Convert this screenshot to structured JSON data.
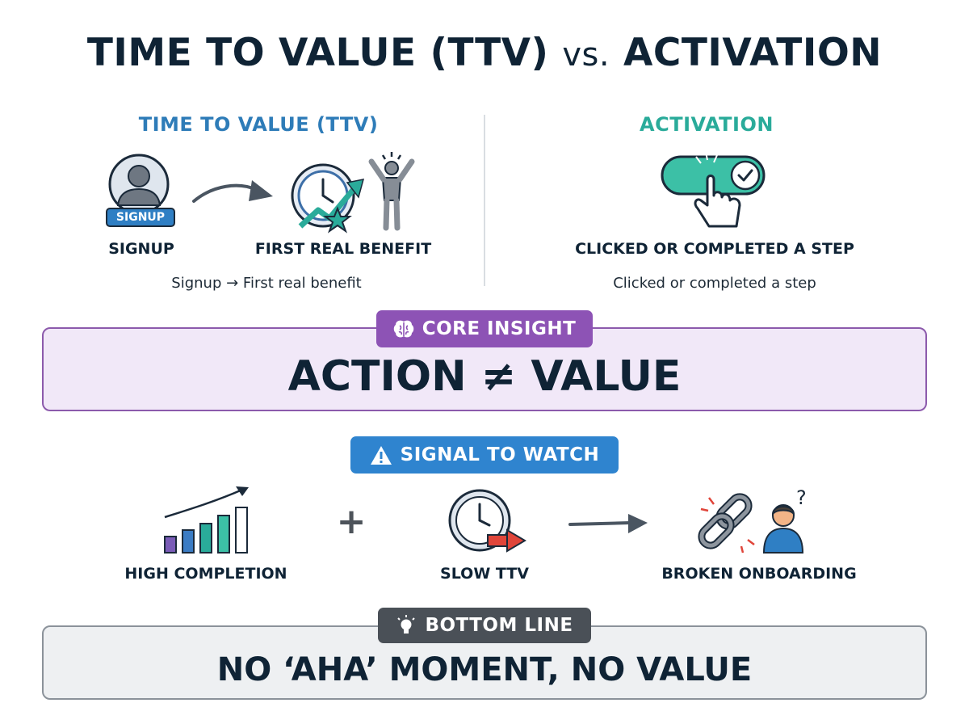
{
  "title": {
    "main": "TIME TO VALUE (TTV)",
    "vs": "vs.",
    "tail": "ACTIVATION"
  },
  "ttv": {
    "heading": "TIME TO VALUE (TTV)",
    "signup_badge": "SIGNUP",
    "signup_label": "SIGNUP",
    "benefit_label": "FIRST REAL BENEFIT",
    "description": "Signup → First real benefit"
  },
  "activation": {
    "heading": "ACTIVATION",
    "step_label": "CLICKED OR COMPLETED A STEP",
    "description": "Clicked or completed a step"
  },
  "core": {
    "badge": "CORE INSIGHT",
    "text": "ACTION ≠ VALUE"
  },
  "signal": {
    "badge": "SIGNAL TO WATCH",
    "plus": "+",
    "items": [
      "HIGH COMPLETION",
      "SLOW TTV",
      "BROKEN ONBOARDING"
    ]
  },
  "bottom": {
    "badge": "BOTTOM LINE",
    "text": "NO ‘AHA’ MOMENT, NO VALUE"
  },
  "colors": {
    "navy": "#0f2335",
    "ttv_blue": "#2e7cb8",
    "activation_teal": "#2aab9a",
    "core_purple": "#8d53b5",
    "signal_blue": "#2f84cf",
    "bottom_gray": "#4a5057"
  },
  "icons": [
    "user-signup-icon",
    "clock-growth-icon",
    "celebrating-person-icon",
    "toggle-click-icon",
    "brain-icon",
    "warning-icon",
    "bar-chart-growth-icon",
    "slow-clock-icon",
    "arrow-right-icon",
    "broken-link-icon",
    "confused-user-icon",
    "lightbulb-icon"
  ]
}
